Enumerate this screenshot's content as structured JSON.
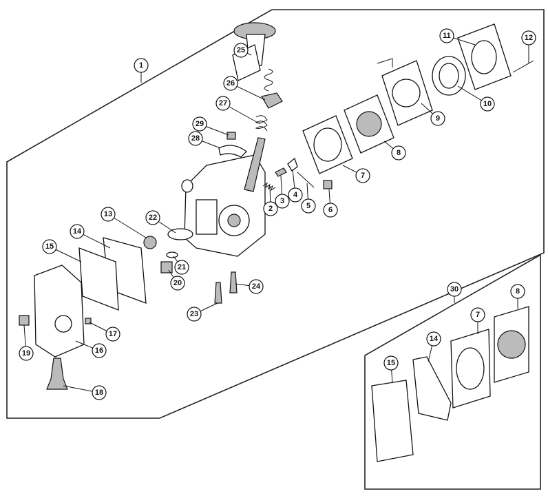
{
  "diagram": {
    "type": "exploded-parts-diagram",
    "main_assembly_callouts": [
      "1",
      "25",
      "26",
      "27",
      "29",
      "28",
      "11",
      "12",
      "10",
      "9",
      "8",
      "7",
      "6",
      "5",
      "4",
      "3",
      "2",
      "13",
      "22",
      "14",
      "15",
      "21",
      "20",
      "24",
      "23",
      "17",
      "16",
      "19",
      "18"
    ],
    "kit_callouts": [
      "30",
      "8",
      "7",
      "14",
      "15"
    ]
  }
}
